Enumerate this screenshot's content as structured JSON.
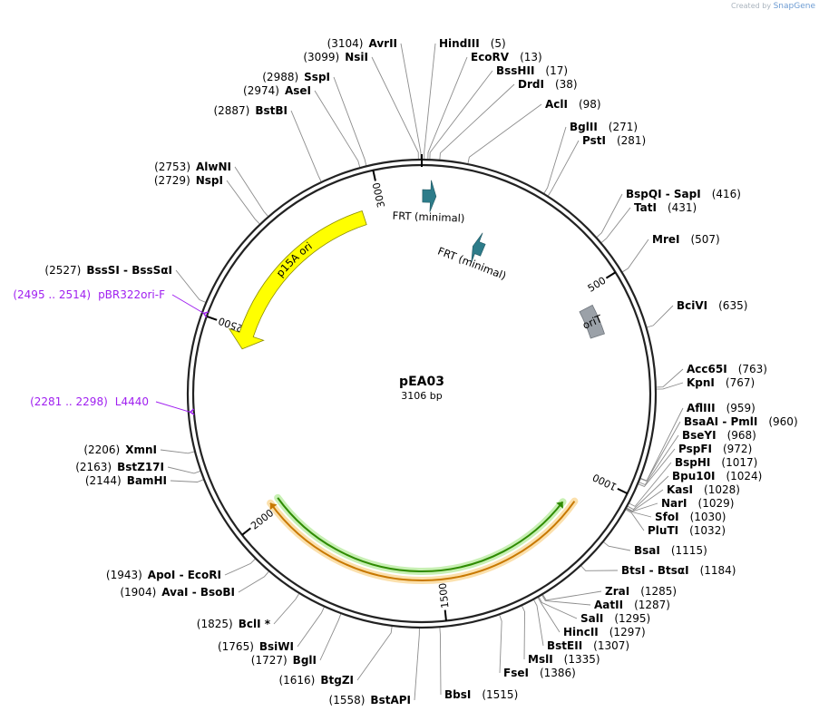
{
  "credit": {
    "prefix": "Created by",
    "brand": "SnapGene"
  },
  "plasmid": {
    "name": "pEA03",
    "length_label": "3106 bp",
    "length": 3106
  },
  "ticks": [
    {
      "label": "500",
      "pos": 500
    },
    {
      "label": "1000",
      "pos": 1000
    },
    {
      "label": "1500",
      "pos": 1500
    },
    {
      "label": "2000",
      "pos": 2000
    },
    {
      "label": "2500",
      "pos": 2500
    },
    {
      "label": "3000",
      "pos": 3000
    }
  ],
  "features": [
    {
      "name": "p15A ori",
      "start": 2450,
      "end": 2950,
      "direction": "reverse",
      "type": "ori",
      "color": "#ffff00"
    },
    {
      "name": "FRT (minimal)",
      "start": 2,
      "end": 36,
      "direction": "forward",
      "type": "frt",
      "color": "#2d7c8a"
    },
    {
      "name": "FRT (minimal)",
      "start": 165,
      "end": 199,
      "direction": "reverse",
      "type": "frt",
      "color": "#2d7c8a"
    },
    {
      "name": "oriT",
      "start": 540,
      "end": 620,
      "direction": "none",
      "type": "box",
      "color": "#9ba1a8"
    },
    {
      "name": "",
      "start": 1100,
      "end": 2020,
      "direction": "forward",
      "type": "green",
      "color": "#2e8b00"
    },
    {
      "name": "",
      "start": 1080,
      "end": 2020,
      "direction": "reverse",
      "type": "orange",
      "color": "#c87800"
    }
  ],
  "primers": [
    {
      "range": "(2495 .. 2514)",
      "name": "pBR322ori-F",
      "pos": 2504,
      "color": "#a020f0"
    },
    {
      "range": "(2281 .. 2298)",
      "name": "L4440",
      "pos": 2290,
      "color": "#a020f0"
    }
  ],
  "sites": [
    {
      "num": "(3104)",
      "names": [
        "AvrII"
      ],
      "pos": 3104,
      "side": "left"
    },
    {
      "num": "(3099)",
      "names": [
        "NsiI"
      ],
      "pos": 3099,
      "side": "left"
    },
    {
      "num": "(2988)",
      "names": [
        "SspI"
      ],
      "pos": 2988,
      "side": "left"
    },
    {
      "num": "(2974)",
      "names": [
        "AseI"
      ],
      "pos": 2974,
      "side": "left"
    },
    {
      "num": "(2887)",
      "names": [
        "BstBI"
      ],
      "pos": 2887,
      "side": "left"
    },
    {
      "num": "(2753)",
      "names": [
        "AlwNI"
      ],
      "pos": 2753,
      "side": "left"
    },
    {
      "num": "(2729)",
      "names": [
        "NspI"
      ],
      "pos": 2729,
      "side": "left"
    },
    {
      "num": "(2527)",
      "names": [
        "BssSI",
        "BssSαI"
      ],
      "pos": 2527,
      "side": "left"
    },
    {
      "num": "(2206)",
      "names": [
        "XmnI"
      ],
      "pos": 2206,
      "side": "left"
    },
    {
      "num": "(2163)",
      "names": [
        "BstZ17I"
      ],
      "pos": 2163,
      "side": "left"
    },
    {
      "num": "(2144)",
      "names": [
        "BamHI"
      ],
      "pos": 2144,
      "side": "left"
    },
    {
      "num": "(1943)",
      "names": [
        "ApoI",
        "EcoRI"
      ],
      "pos": 1943,
      "side": "left"
    },
    {
      "num": "(1904)",
      "names": [
        "AvaI",
        "BsoBI"
      ],
      "pos": 1904,
      "side": "left"
    },
    {
      "num": "(1825)",
      "names": [
        "BclI *"
      ],
      "pos": 1825,
      "side": "left"
    },
    {
      "num": "(1765)",
      "names": [
        "BsiWI"
      ],
      "pos": 1765,
      "side": "left"
    },
    {
      "num": "(1727)",
      "names": [
        "BglI"
      ],
      "pos": 1727,
      "side": "left"
    },
    {
      "num": "(1616)",
      "names": [
        "BtgZI"
      ],
      "pos": 1616,
      "side": "left"
    },
    {
      "num": "(1558)",
      "names": [
        "BstAPI"
      ],
      "pos": 1558,
      "side": "left"
    },
    {
      "num": "(5)",
      "names": [
        "HindIII"
      ],
      "pos": 5,
      "side": "right"
    },
    {
      "num": "(13)",
      "names": [
        "EcoRV"
      ],
      "pos": 13,
      "side": "right"
    },
    {
      "num": "(17)",
      "names": [
        "BssHII"
      ],
      "pos": 17,
      "side": "right"
    },
    {
      "num": "(38)",
      "names": [
        "DrdI"
      ],
      "pos": 38,
      "side": "right"
    },
    {
      "num": "(98)",
      "names": [
        "AclI"
      ],
      "pos": 98,
      "side": "right"
    },
    {
      "num": "(271)",
      "names": [
        "BglII"
      ],
      "pos": 271,
      "side": "right"
    },
    {
      "num": "(281)",
      "names": [
        "PstI"
      ],
      "pos": 281,
      "side": "right"
    },
    {
      "num": "(416)",
      "names": [
        "BspQI",
        "SapI"
      ],
      "pos": 416,
      "side": "right"
    },
    {
      "num": "(431)",
      "names": [
        "TatI"
      ],
      "pos": 431,
      "side": "right"
    },
    {
      "num": "(507)",
      "names": [
        "MreI"
      ],
      "pos": 507,
      "side": "right"
    },
    {
      "num": "(635)",
      "names": [
        "BciVI"
      ],
      "pos": 635,
      "side": "right"
    },
    {
      "num": "(763)",
      "names": [
        "Acc65I"
      ],
      "pos": 763,
      "side": "right"
    },
    {
      "num": "(767)",
      "names": [
        "KpnI"
      ],
      "pos": 767,
      "side": "right"
    },
    {
      "num": "(959)",
      "names": [
        "AflIII"
      ],
      "pos": 959,
      "side": "right"
    },
    {
      "num": "(960)",
      "names": [
        "BsaAI",
        "PmlI"
      ],
      "pos": 960,
      "side": "right"
    },
    {
      "num": "(968)",
      "names": [
        "BseYI"
      ],
      "pos": 968,
      "side": "right"
    },
    {
      "num": "(972)",
      "names": [
        "PspFI"
      ],
      "pos": 972,
      "side": "right"
    },
    {
      "num": "(1017)",
      "names": [
        "BspHI"
      ],
      "pos": 1017,
      "side": "right"
    },
    {
      "num": "(1024)",
      "names": [
        "Bpu10I"
      ],
      "pos": 1024,
      "side": "right"
    },
    {
      "num": "(1028)",
      "names": [
        "KasI"
      ],
      "pos": 1028,
      "side": "right"
    },
    {
      "num": "(1029)",
      "names": [
        "NarI"
      ],
      "pos": 1029,
      "side": "right"
    },
    {
      "num": "(1030)",
      "names": [
        "SfoI"
      ],
      "pos": 1030,
      "side": "right"
    },
    {
      "num": "(1032)",
      "names": [
        "PluTI"
      ],
      "pos": 1032,
      "side": "right"
    },
    {
      "num": "(1115)",
      "names": [
        "BsaI"
      ],
      "pos": 1115,
      "side": "right"
    },
    {
      "num": "(1184)",
      "names": [
        "BtsI",
        "BtsαI"
      ],
      "pos": 1184,
      "side": "right"
    },
    {
      "num": "(1285)",
      "names": [
        "ZraI"
      ],
      "pos": 1285,
      "side": "right"
    },
    {
      "num": "(1287)",
      "names": [
        "AatII"
      ],
      "pos": 1287,
      "side": "right"
    },
    {
      "num": "(1295)",
      "names": [
        "SalI"
      ],
      "pos": 1295,
      "side": "right"
    },
    {
      "num": "(1297)",
      "names": [
        "HincII"
      ],
      "pos": 1297,
      "side": "right"
    },
    {
      "num": "(1307)",
      "names": [
        "BstEII"
      ],
      "pos": 1307,
      "side": "right"
    },
    {
      "num": "(1335)",
      "names": [
        "MslI"
      ],
      "pos": 1335,
      "side": "right"
    },
    {
      "num": "(1386)",
      "names": [
        "FseI"
      ],
      "pos": 1386,
      "side": "right"
    },
    {
      "num": "(1515)",
      "names": [
        "BbsI"
      ],
      "pos": 1515,
      "side": "right"
    }
  ]
}
